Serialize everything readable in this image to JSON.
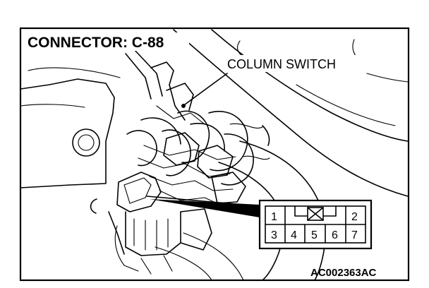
{
  "diagram": {
    "connector_title": "CONNECTOR: C-88",
    "component_label": "COLUMN SWITCH",
    "figure_code": "AC002363AC",
    "connector_face": {
      "top_row": [
        "1",
        "2"
      ],
      "bottom_row": [
        "3",
        "4",
        "5",
        "6",
        "7"
      ]
    }
  }
}
